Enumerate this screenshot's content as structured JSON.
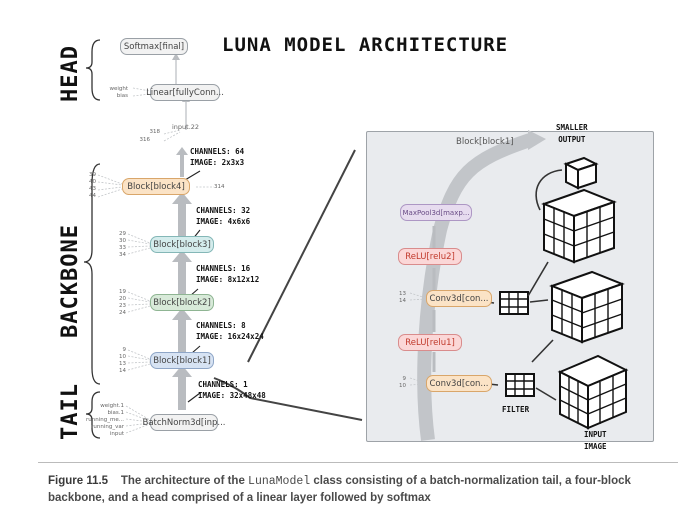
{
  "title": "LUNA MODEL ARCHITECTURE",
  "sections": {
    "head": "HEAD",
    "backbone": "BACKBONE",
    "tail": "TAIL"
  },
  "nodes": {
    "softmax": "Softmax[final]",
    "linear": "Linear[fullyConn...",
    "input22": "input.22",
    "block4": "Block[block4]",
    "block3": "Block[block3]",
    "block2": "Block[block2]",
    "block1": "Block[block1]",
    "batchnorm": "BatchNorm3d[inp..."
  },
  "ports": {
    "linear": [
      "weight",
      "bias"
    ],
    "n318": "318",
    "n316": "316",
    "n314": "314",
    "block4": [
      "39",
      "40",
      "43",
      "44"
    ],
    "block3": [
      "29",
      "30",
      "33",
      "34"
    ],
    "block2": [
      "19",
      "20",
      "23",
      "24"
    ],
    "block1": [
      "9",
      "10",
      "13",
      "14"
    ],
    "tail": [
      "weight.1",
      "bias.1",
      "running_me...",
      "running_var",
      "input"
    ]
  },
  "annotations": {
    "a4_channels": "CHANNELS: 64",
    "a4_image": "IMAGE: 2x3x3",
    "a3_channels": "CHANNELS: 32",
    "a3_image": "IMAGE: 4x6x6",
    "a2_channels": "CHANNELS: 16",
    "a2_image": "IMAGE: 8x12x12",
    "a1_channels": "CHANNELS: 8",
    "a1_image": "IMAGE: 16x24x24",
    "a0_channels": "CHANNELS: 1",
    "a0_image": "IMAGE: 32x48x48"
  },
  "detail": {
    "title": "Block[block1]",
    "maxpool": "MaxPool3d[maxp...",
    "relu2": "ReLU[relu2]",
    "conv2": "Conv3d[con...",
    "relu1": "ReLU[relu1]",
    "conv1": "Conv3d[con...",
    "conv2_ports": [
      "13",
      "14"
    ],
    "conv1_ports": [
      "9",
      "10"
    ],
    "smaller_output": [
      "SMALLER",
      "OUTPUT"
    ],
    "filter": "FILTER",
    "input_image": [
      "INPUT",
      "IMAGE"
    ]
  },
  "caption": {
    "label": "Figure 11.5",
    "text_before": "The architecture of the ",
    "code": "LunaModel",
    "text_after": " class consisting of a batch-normalization tail, a four-block backbone, and a head comprised of a linear layer followed by softmax"
  }
}
